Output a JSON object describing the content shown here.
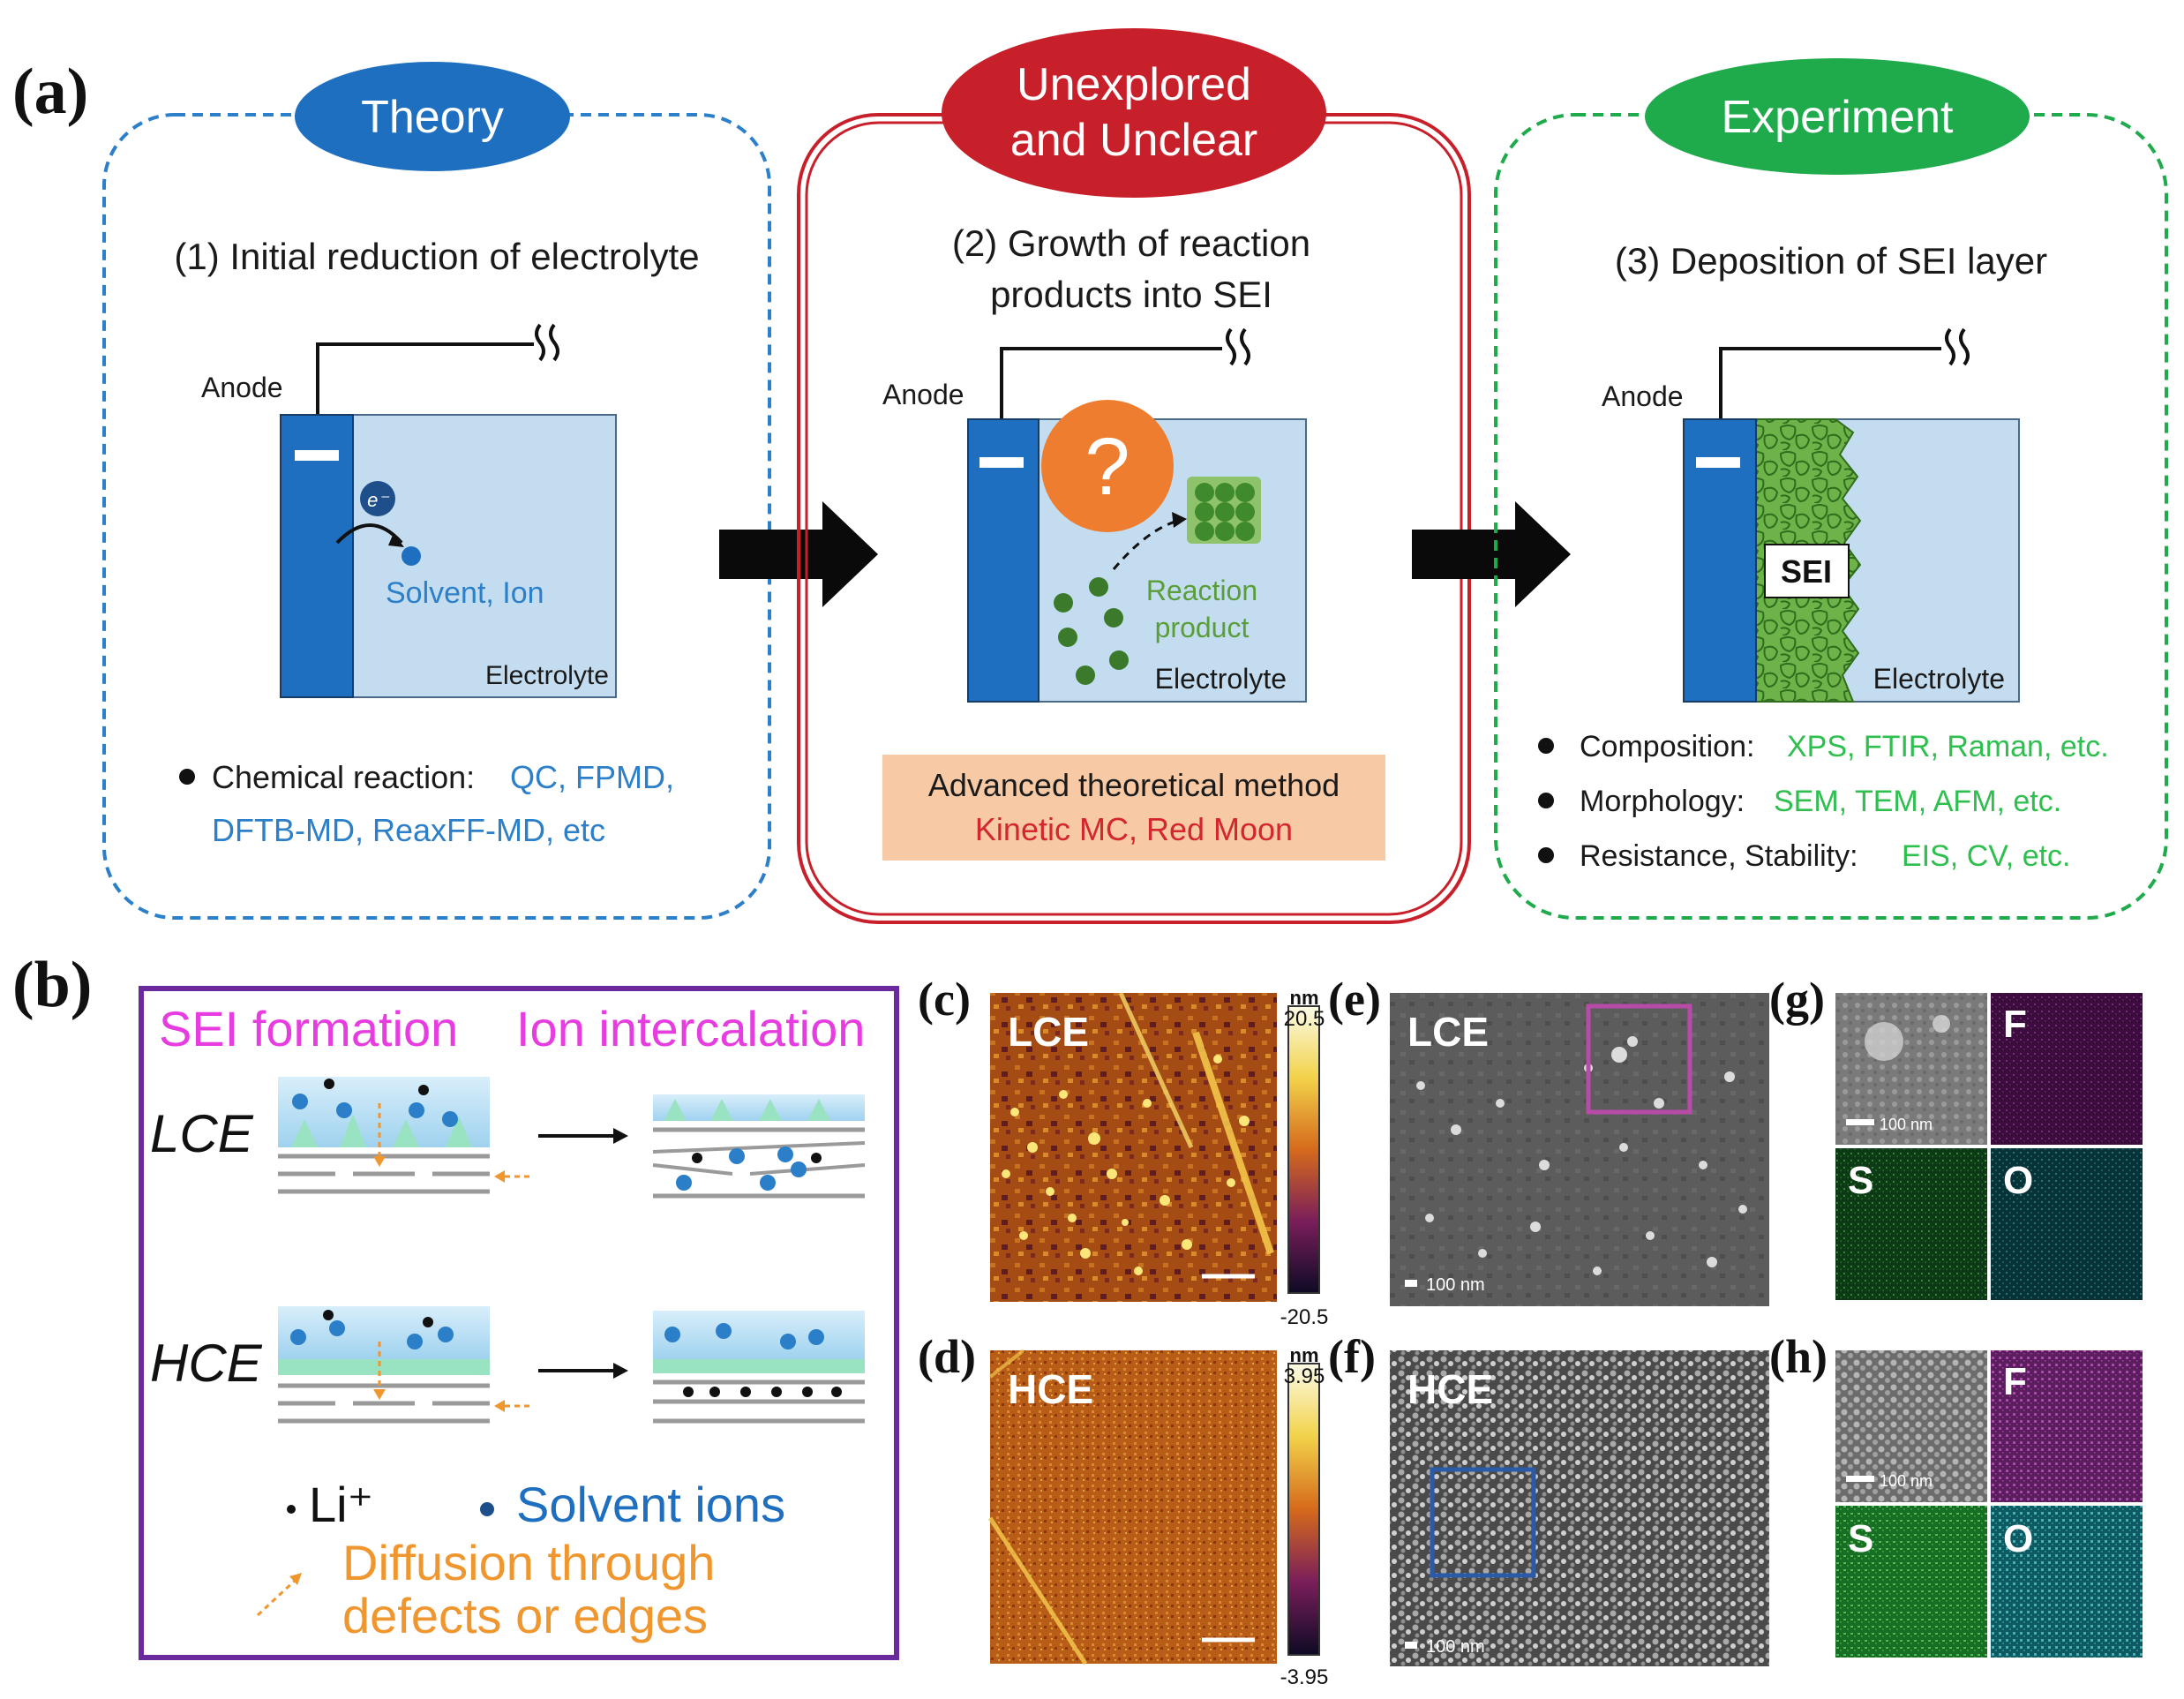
{
  "panel_labels": {
    "a": "(a)",
    "b": "(b)",
    "c": "(c)",
    "d": "(d)",
    "e": "(e)",
    "f": "(f)",
    "g": "(g)",
    "h": "(h)"
  },
  "theory": {
    "badge": "Theory",
    "step": "(1) Initial reduction of electrolyte",
    "anode": "Anode",
    "electron": "e⁻",
    "species": "Solvent, Ion",
    "electrolyte": "Electrolyte",
    "bullet_label": "Chemical reaction:",
    "bullet_methods_1": "QC, FPMD,",
    "bullet_methods_2": "DFTB-MD, ReaxFF-MD, etc"
  },
  "unexplored": {
    "badge_line1": "Unexplored",
    "badge_line2": "and Unclear",
    "step_line1": "(2) Growth of reaction",
    "step_line2": "products into SEI",
    "anode": "Anode",
    "question": "?",
    "product_line1": "Reaction",
    "product_line2": "product",
    "electrolyte": "Electrolyte",
    "method_title": "Advanced theoretical method",
    "method_examples": "Kinetic MC, Red Moon"
  },
  "experiment": {
    "badge": "Experiment",
    "step": "(3) Deposition of SEI layer",
    "anode": "Anode",
    "sei": "SEI",
    "electrolyte": "Electrolyte",
    "bullets": [
      {
        "label": "Composition:",
        "methods": "XPS, FTIR, Raman, etc."
      },
      {
        "label": "Morphology:",
        "methods": "SEM, TEM, AFM, etc."
      },
      {
        "label": "Resistance, Stability:",
        "methods": "EIS, CV, etc."
      }
    ]
  },
  "panel_b": {
    "header_left": "SEI formation",
    "header_right": "Ion intercalation",
    "row1": "LCE",
    "row2": "HCE",
    "legend_li": "Li⁺",
    "legend_solvent": "Solvent ions",
    "legend_diffusion_1": "Diffusion through",
    "legend_diffusion_2": "defects or edges"
  },
  "afm": {
    "c_label": "LCE",
    "d_label": "HCE",
    "c_unit": "nm",
    "c_max": "20.5",
    "c_min": "-20.5",
    "d_unit": "nm",
    "d_max": "3.95",
    "d_min": "-3.95"
  },
  "sem": {
    "e_label": "LCE",
    "f_label": "HCE",
    "scale": "100 nm"
  },
  "eds": {
    "g_scale": "100 nm",
    "h_scale": "100 nm",
    "elements": [
      "F",
      "S",
      "O"
    ]
  },
  "colors": {
    "theory_blue": "#1f6fc0",
    "unexplored_red": "#c8202a",
    "experiment_green": "#1faa4c",
    "method_blue": "#2c7fc9",
    "exp_method_green": "#2ebf4f",
    "magenta": "#e63ce0",
    "orange": "#f0962e",
    "purple_frame": "#6a2a9e"
  }
}
